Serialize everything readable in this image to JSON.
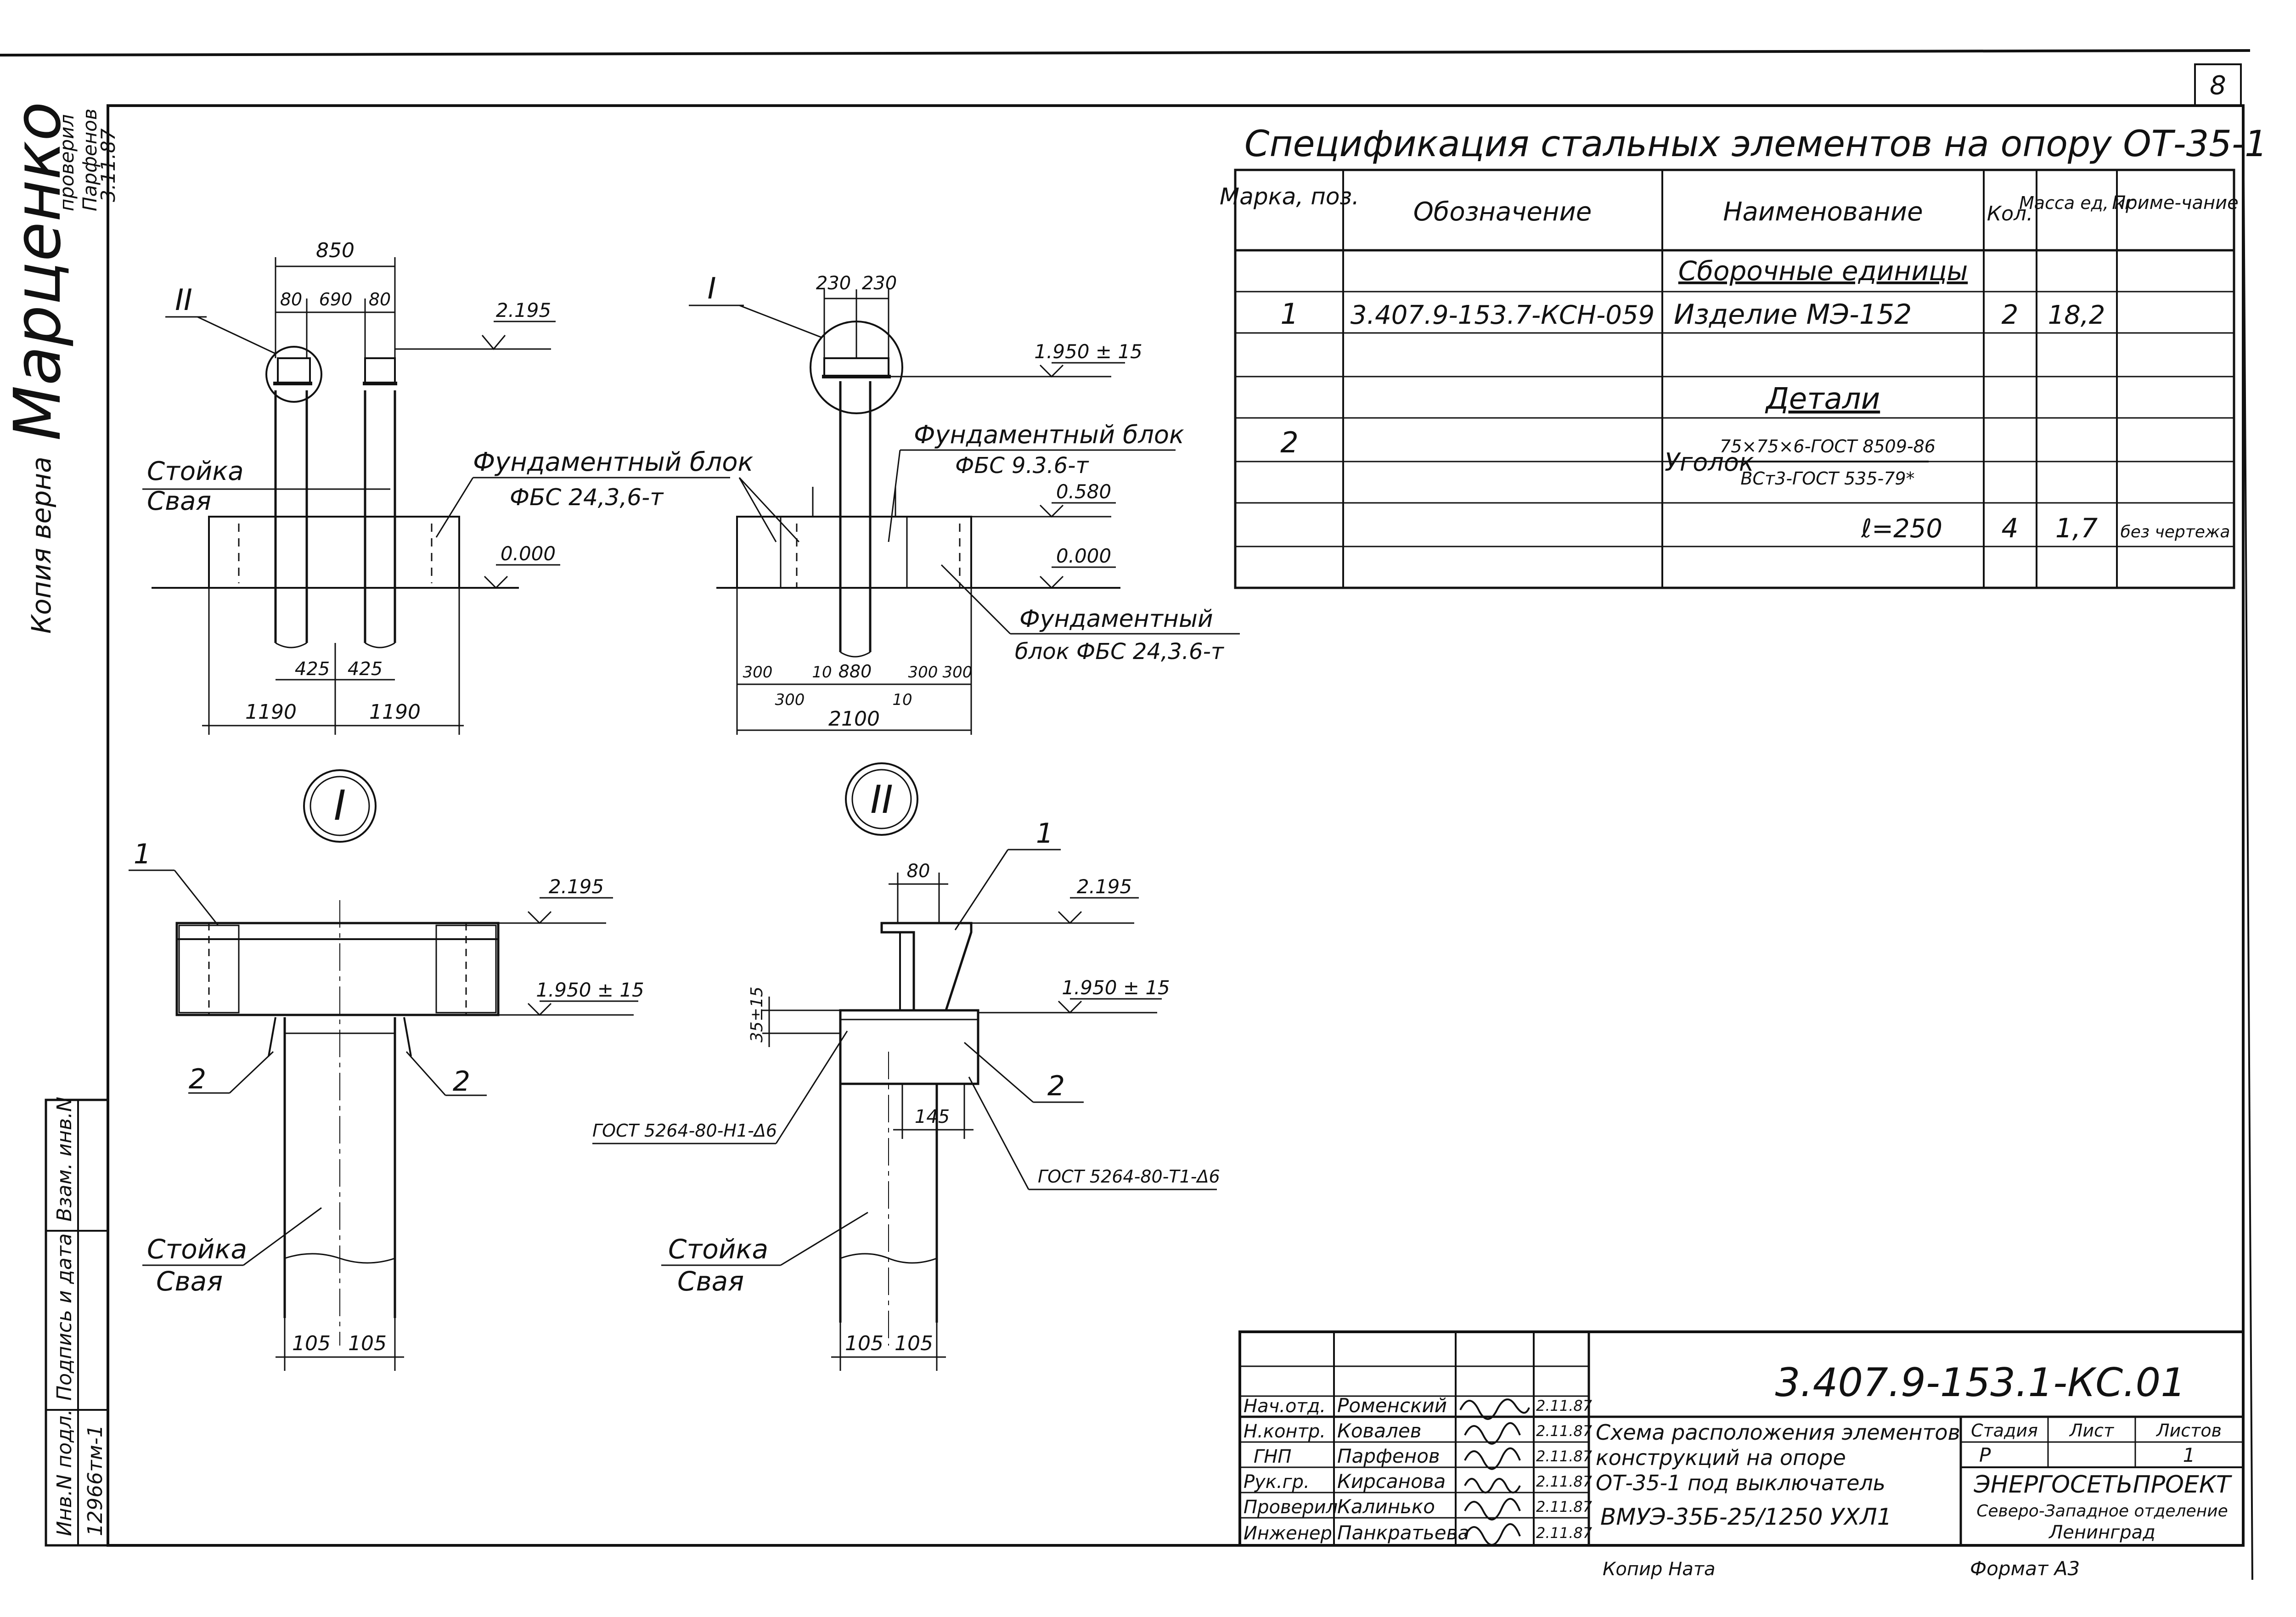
{
  "sheet_number": "8",
  "side_stamp": [
    "Копия верна",
    "Марценко",
    "проверил",
    "Парфенов",
    "3.11.87"
  ],
  "spec": {
    "title": "Спецификация стальных элементов на опору ОТ-35-1",
    "headers": [
      "Марка, поз.",
      "Обозначение",
      "Наименование",
      "Кол.",
      "Масса ед, кг",
      "Приме-чание"
    ],
    "section_assembly": "Сборочные единицы",
    "row1": {
      "pos": "1",
      "designation": "3.407.9-153.7-КСН-059",
      "name": "Изделие МЭ-152",
      "qty": "2",
      "mass": "18,2"
    },
    "section_details": "Детали",
    "row2": {
      "pos": "2",
      "name": "Уголок",
      "profile_top": "75×75×6-ГОСТ 8509-86",
      "profile_bottom": "ВСт3-ГОСТ 535-79*",
      "length": "ℓ=250",
      "qty": "4",
      "mass": "1,7",
      "note": "без чертежа"
    }
  },
  "drawing1": {
    "callout": "II",
    "dims_top": [
      "850",
      "80",
      "690",
      "80"
    ],
    "elev_top": "2.195",
    "elev_ground": "0.000",
    "label_post": "Стойка",
    "label_pile": "Свая",
    "label_block": "Фундаментный блок",
    "label_block_code": "ФБС 24,3,6-т",
    "dims_bottom_inner": [
      "425",
      "425"
    ],
    "dims_bottom": [
      "1190",
      "1190"
    ]
  },
  "drawing2": {
    "callout": "I",
    "dims_top": [
      "230",
      "230"
    ],
    "elev_top": "1.950 ± 15",
    "elev_block": "0.580",
    "elev_ground": "0.000",
    "label_block1": "Фундаментный блок",
    "label_block1_code": "ФБС 9.3.6-т",
    "label_block2": "Фундаментный",
    "label_block2_code": "блок ФБС 24,3.6-т",
    "dims_bottom_small": [
      "300",
      "300",
      "10",
      "880",
      "300",
      "300",
      "10"
    ],
    "dim_total": "2100"
  },
  "detail_I": {
    "marker": "I",
    "pos1": "1",
    "pos2a": "2",
    "pos2b": "2",
    "elev_top": "2.195",
    "elev_mid": "1.950 ± 15",
    "label_post": "Стойка",
    "label_pile": "Свая",
    "dims": [
      "105",
      "105"
    ]
  },
  "detail_II": {
    "marker": "II",
    "pos1": "1",
    "pos2": "2",
    "dim_top": "80",
    "elev_top": "2.195",
    "elev_mid": "1.950 ± 15",
    "dim_side": "35±15",
    "dim_mid": "145",
    "weld_left": "ГОСТ 5264-80-Н1-Δ6",
    "weld_right": "ГОСТ 5264-80-Т1-Δ6",
    "label_post": "Стойка",
    "label_pile": "Свая",
    "dims": [
      "105",
      "105"
    ]
  },
  "left_strip": [
    "Инв.N подл.",
    "Подпись и дата",
    "Взам. инв.N",
    "12966тм-1"
  ],
  "title_block": {
    "code": "3.407.9-153.1-КС.01",
    "roles": [
      "Нач.отд.",
      "Н.контр.",
      "ГНП",
      "Рук.гр.",
      "Проверил",
      "Инженер"
    ],
    "names": [
      "Роменский",
      "Ковалев",
      "Парфенов",
      "Кирсанова",
      "Калинько",
      "Панкратьева"
    ],
    "dates": [
      "2.11.87",
      "2.11.87",
      "2.11.87",
      "2.11.87",
      "2.11.87",
      "2.11.87"
    ],
    "description": [
      "Схема расположения элементов",
      "конструкций на опоре",
      "ОТ-35-1 под выключатель",
      "ВМУЭ-35Б-25/1250 УХЛ1"
    ],
    "stage_label": "Стадия",
    "sheet_label": "Лист",
    "sheets_label": "Листов",
    "stage": "Р",
    "sheets": "1",
    "org": [
      "ЭНЕРГОСЕТЬПРОЕКТ",
      "Северо-Западное отделение",
      "Ленинград"
    ]
  },
  "footer": {
    "copied": "Копир Ната",
    "format": "Формат А3"
  }
}
